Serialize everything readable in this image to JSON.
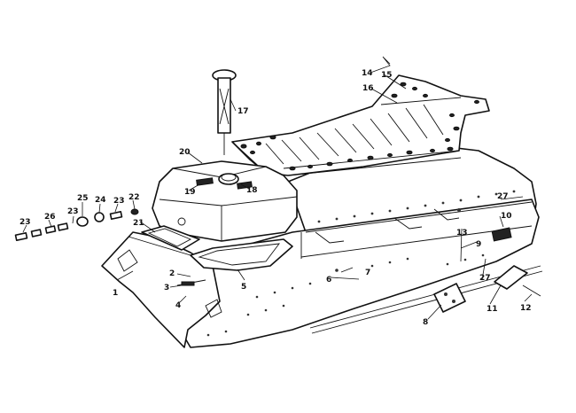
{
  "diagram": {
    "ink_color": "#111111",
    "background_color": "#ffffff",
    "callouts": [
      {
        "id": "c1",
        "text": "1"
      },
      {
        "id": "c2",
        "text": "2"
      },
      {
        "id": "c3",
        "text": "3"
      },
      {
        "id": "c4",
        "text": "4"
      },
      {
        "id": "c5",
        "text": "5"
      },
      {
        "id": "c6",
        "text": "6"
      },
      {
        "id": "c7",
        "text": "7"
      },
      {
        "id": "c8",
        "text": "8"
      },
      {
        "id": "c9",
        "text": "9"
      },
      {
        "id": "c10",
        "text": "10"
      },
      {
        "id": "c11",
        "text": "11"
      },
      {
        "id": "c12",
        "text": "12"
      },
      {
        "id": "c13",
        "text": "13"
      },
      {
        "id": "c14",
        "text": "14"
      },
      {
        "id": "c15",
        "text": "15"
      },
      {
        "id": "c16",
        "text": "16"
      },
      {
        "id": "c17",
        "text": "17"
      },
      {
        "id": "c18",
        "text": "18"
      },
      {
        "id": "c19",
        "text": "19"
      },
      {
        "id": "c20",
        "text": "20"
      },
      {
        "id": "c21",
        "text": "21"
      },
      {
        "id": "c22",
        "text": "22"
      },
      {
        "id": "c23a",
        "text": "23"
      },
      {
        "id": "c23b",
        "text": "23"
      },
      {
        "id": "c23c",
        "text": "23"
      },
      {
        "id": "c24",
        "text": "24"
      },
      {
        "id": "c25",
        "text": "25"
      },
      {
        "id": "c26",
        "text": "26"
      },
      {
        "id": "c27a",
        "text": "27"
      },
      {
        "id": "c27b",
        "text": "27"
      }
    ]
  }
}
